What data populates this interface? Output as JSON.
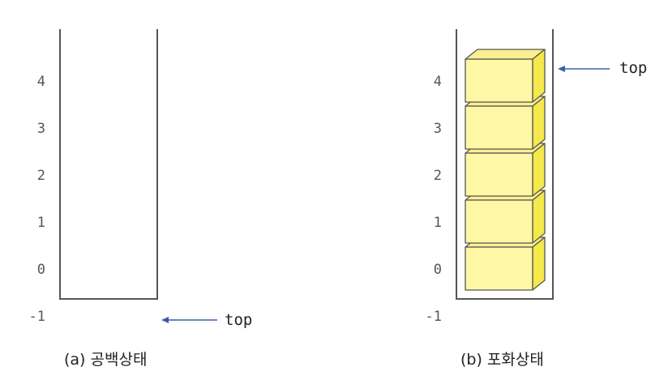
{
  "panels": [
    {
      "caption": "(a) 공백상태",
      "indices": [
        "4",
        "3",
        "2",
        "1",
        "0",
        "-1"
      ],
      "top_label": "top",
      "top_at": "-1",
      "filled_slots": 0
    },
    {
      "caption": "(b) 포화상태",
      "indices": [
        "4",
        "3",
        "2",
        "1",
        "0",
        "-1"
      ],
      "top_label": "top",
      "top_at": "4",
      "filled_slots": 5
    }
  ],
  "colors": {
    "box_front": "#fdf7a6",
    "box_top": "#fbf08f",
    "box_side": "#f4e84a",
    "box_edge": "#555555",
    "arrow": "#3b5fa8"
  }
}
